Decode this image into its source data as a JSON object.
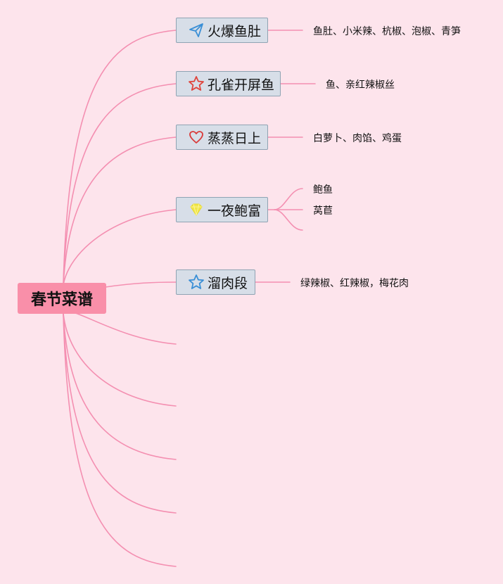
{
  "root": {
    "label": "春节菜谱"
  },
  "branches": [
    {
      "label": "火爆鱼肚",
      "icon": "paper-plane-icon",
      "icon_color": "#3a8fd6",
      "details": [
        "鱼肚、小米辣、杭椒、泡椒、青笋"
      ]
    },
    {
      "label": "孔雀开屏鱼",
      "icon": "star-outline-icon",
      "icon_color": "#e0443c",
      "details": [
        "鱼、亲红辣椒丝"
      ]
    },
    {
      "label": "蒸蒸日上",
      "icon": "heart-outline-icon",
      "icon_color": "#d93a3a",
      "details": [
        "白萝卜、肉馅、鸡蛋"
      ]
    },
    {
      "label": "一夜鲍富",
      "icon": "gem-icon",
      "icon_color": "#f0e64a",
      "details": [
        "鲍鱼",
        "莴苣"
      ]
    },
    {
      "label": "溜肉段",
      "icon": "star-outline-icon",
      "icon_color": "#3a8fd6",
      "details": [
        "绿辣椒、红辣椒，梅花肉"
      ]
    }
  ],
  "colors": {
    "background": "#fde4ec",
    "connector": "#f48fb1",
    "root_fill": "#f98fa9",
    "branch_fill": "#d7dee8",
    "branch_border": "#8fa3b3"
  }
}
